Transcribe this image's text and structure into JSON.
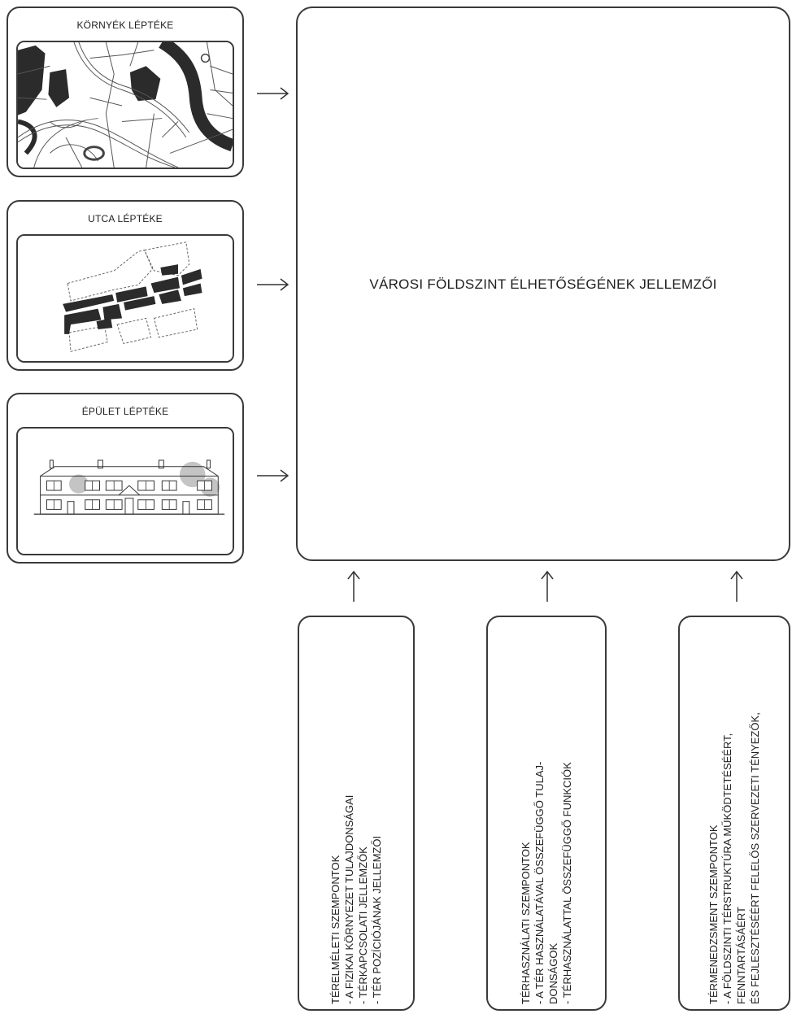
{
  "scales": [
    {
      "id": "neighborhood",
      "title": "KÖRNYÉK LÉPTÉKE",
      "icon": "neighborhood-map-icon"
    },
    {
      "id": "street",
      "title": "UTCA LÉPTÉKE",
      "icon": "street-plan-icon"
    },
    {
      "id": "building",
      "title": "ÉPÜLET LÉPTÉKE",
      "icon": "building-facade-icon"
    }
  ],
  "central": {
    "title": "VÁROSI FÖLDSZINT ÉLHETŐSÉGÉNEK JELLEMZŐI"
  },
  "aspects": [
    {
      "id": "spatial-theory",
      "title": "TÉRELMÉLETI SZEMPONTOK",
      "lines": [
        "- A FIZIKAI KÖRNYEZET TULAJDONSÁGAI",
        "- TÉRKAPCSOLATI JELLEMZŐK",
        "- TÉR POZÍCIÓJÁNAK JELLEMZŐI"
      ]
    },
    {
      "id": "space-use",
      "title": "TÉRHASZNÁLATI SZEMPONTOK",
      "lines": [
        "- A TÉR HASZNÁLATÁVAL ÖSSZEFÜGGŐ TULAJ-",
        "DONSÁGOK",
        "- TÉRHASZNÁLATTAL ÖSSZEFÜGGŐ FUNKCIÓK"
      ]
    },
    {
      "id": "space-management",
      "title": "TÉRMENEDZSMENT SZEMPONTOK",
      "lines": [
        "- A FÖLDSZINTI TÉRSTRUKTÚRA MŰKÖDTETÉSÉÉRT,",
        "FENNTARTÁSÁÉRT",
        "ÉS FEJLESZTÉSÉÉRT FELELŐS SZERVEZETI TÉNYEZŐK,"
      ]
    }
  ],
  "colors": {
    "stroke": "#3a3a3a",
    "dark_fill": "#2b2b2b",
    "tree_fill": "#bdbdbd"
  }
}
